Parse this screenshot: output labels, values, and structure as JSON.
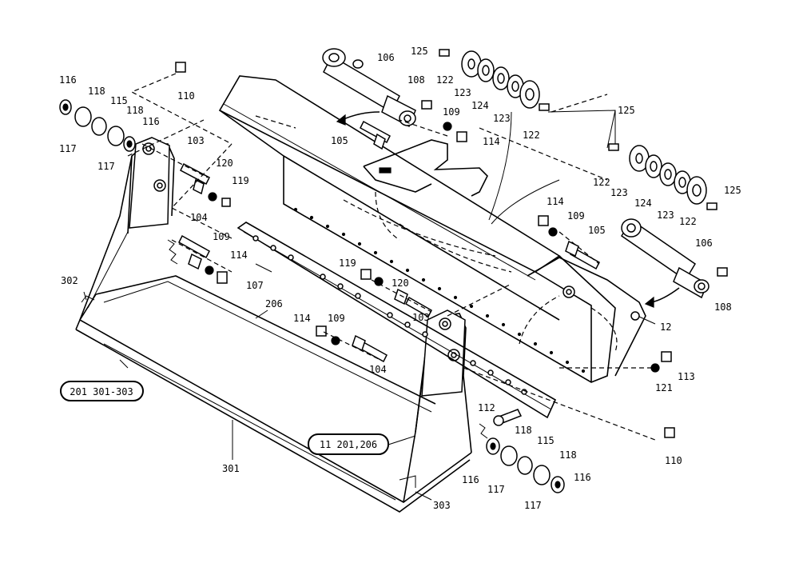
{
  "labels": {
    "l106a": "106",
    "l125a": "125",
    "l108a": "108",
    "l122a": "122",
    "l123a": "123",
    "l124a": "124",
    "l123b": "123",
    "l122b": "122",
    "l125b": "125",
    "l109a": "109",
    "l114a": "114",
    "l105a": "105",
    "l110a": "110",
    "l116a": "116",
    "l118a": "118",
    "l115a": "115",
    "l118b": "118",
    "l116b": "116",
    "l117a": "117",
    "l117b": "117",
    "l103a": "103",
    "l120a": "120",
    "l119a": "119",
    "l104a": "104",
    "l109b": "109",
    "l114b": "114",
    "l302": "302",
    "l107": "107",
    "l206": "206",
    "l119b": "119",
    "l120b": "120",
    "l103b": "103",
    "l114c": "114",
    "l109c": "109",
    "l104b": "104",
    "l122c": "122",
    "l123c": "123",
    "l124b": "124",
    "l123d": "123",
    "l122d": "122",
    "l125c": "125",
    "l114d": "114",
    "l109d": "109",
    "l105b": "105",
    "l106b": "106",
    "l108b": "108",
    "l12": "12",
    "l113": "113",
    "l121": "121",
    "l112": "112",
    "l118c": "118",
    "l115b": "115",
    "l118d": "118",
    "l116c": "116",
    "l116d": "116",
    "l117c": "117",
    "l117d": "117",
    "l110b": "110",
    "l301": "301",
    "l303": "303"
  },
  "boxes": {
    "ref_left": "201  301-303",
    "ref_right": "11  201,206"
  }
}
